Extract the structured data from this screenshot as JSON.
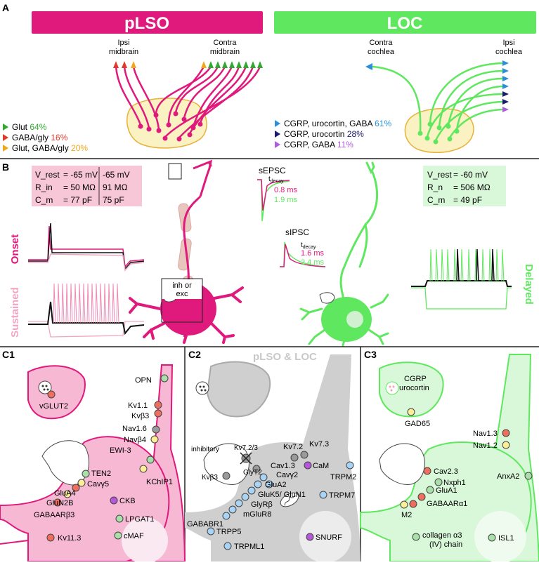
{
  "panelA": {
    "letter": "A",
    "pLSO_title": "pLSO",
    "LOC_title": "LOC",
    "ipsi_midbrain": [
      "Ipsi",
      "midbrain"
    ],
    "contra_midbrain": [
      "Contra",
      "midbrain"
    ],
    "contra_cochlea": [
      "Contra",
      "cochlea"
    ],
    "ipsi_cochlea": [
      "Ipsi",
      "cochlea"
    ],
    "legend_left": [
      {
        "label": "Glut ",
        "pct": "64%",
        "color": "#2eaa2e"
      },
      {
        "label": "GABA/gly ",
        "pct": "16%",
        "color": "#e23a2a"
      },
      {
        "label": "Glut, GABA/gly ",
        "pct": "20%",
        "color": "#f0a818"
      }
    ],
    "legend_right": [
      {
        "label": "CGRP, urocortin, GABA ",
        "pct": "61%",
        "color": "#2a8fd8"
      },
      {
        "label": "CGRP, urocortin ",
        "pct": "28%",
        "color": "#1a1a6e"
      },
      {
        "label": "CGRP, GABA ",
        "pct": "11%",
        "color": "#b05ae0"
      }
    ],
    "colors": {
      "pLSO": "#e0197d",
      "LOC": "#5fe85f",
      "soma_fill": "#fbf2c4",
      "soma_edge": "#e8b23a"
    }
  },
  "panelB": {
    "letter": "B",
    "left_props": {
      "labels": [
        "V_rest",
        "R_in",
        "C_m"
      ],
      "col1": [
        "= -65 mV",
        "= 50 MΩ",
        "= 77 pF"
      ],
      "col2": [
        "-65 mV",
        "91 MΩ",
        "75 pF"
      ]
    },
    "right_props": {
      "labels": [
        "V_rest",
        "R_n",
        "C_m"
      ],
      "col1": [
        "= -60 mV",
        "= 506 MΩ",
        "= 49 pF"
      ]
    },
    "onset_label": "Onset",
    "sustained_label": "Sustained",
    "delayed_label": "Delayed",
    "inh_exc": [
      "inh or",
      "exc"
    ],
    "sepsc": {
      "title": "sEPSC",
      "tdecay": "t",
      "tdecay_sub": "decay",
      "v1": "0.8 ms",
      "v2": "1.9 ms"
    },
    "sipsc": {
      "title": "sIPSC",
      "tdecay": "t",
      "tdecay_sub": "decay",
      "v1": "1.6 ms",
      "v2": "2.4 ms"
    }
  },
  "panelC1": {
    "letter": "C1",
    "labels": {
      "vglut2": "vGLUT2",
      "opn": "OPN",
      "kv11": "Kv1.1",
      "kvb3": "Kvβ3",
      "nav16": "Nav1.6",
      "navb4": "Navβ4",
      "ewi3": "EWI-3",
      "kchip1": "KChIP1",
      "ten2": "TEN2",
      "cavg5": "Cavγ5",
      "glua4": "GluA4",
      "glun2b": "GluN2B",
      "gabaarb3": "GABAARβ3",
      "ckb": "CKB",
      "lpgat1": "LPGAT1",
      "cmaf": "cMAF",
      "kv113": "Kv11.3"
    }
  },
  "panelC2": {
    "letter": "C2",
    "title": "pLSO & LOC",
    "labels": {
      "inhibitory": "inhibitory",
      "kv723a": "Kv7.2/3",
      "kvb3": "Kvβ3",
      "glyt2": "GlyT2",
      "kv72": "Kv7.2",
      "kv73": "Kv7.3",
      "cam": "CaM",
      "cav13": "Cav1.3",
      "cavg2": "Cavγ2",
      "glua2": "GluA2",
      "gluk5": "GluK5/ GluN1",
      "glyrb": "GlyRβ",
      "mglur8": "mGluR8",
      "gababr1": "GABABR1",
      "trpm2": "TRPM2",
      "trpm7": "TRPM7",
      "trpp5": "TRPP5",
      "trpml1": "TRPML1",
      "snurf": "SNURF"
    }
  },
  "panelC3": {
    "letter": "C3",
    "labels": {
      "cgrp": "CGRP",
      "urocortin": "urocortin",
      "gad65": "GAD65",
      "nav13": "Nav1.3",
      "nav12": "Nav1.2",
      "cav23": "Cav2.3",
      "nxph1": "Nxph1",
      "glua1": "GluA1",
      "gabaara1": "GABAARα1",
      "m2": "M2",
      "anxa2": "AnxA2",
      "collagen1": "collagen α3",
      "collagen2": "(IV) chain",
      "isl1": "ISL1"
    }
  },
  "marker_colors": {
    "green": "#a9e0a9",
    "red": "#ef6f5e",
    "grey": "#9a9a9a",
    "yellow": "#fbee96",
    "purple": "#b457d8",
    "blue": "#a9d4f5"
  }
}
